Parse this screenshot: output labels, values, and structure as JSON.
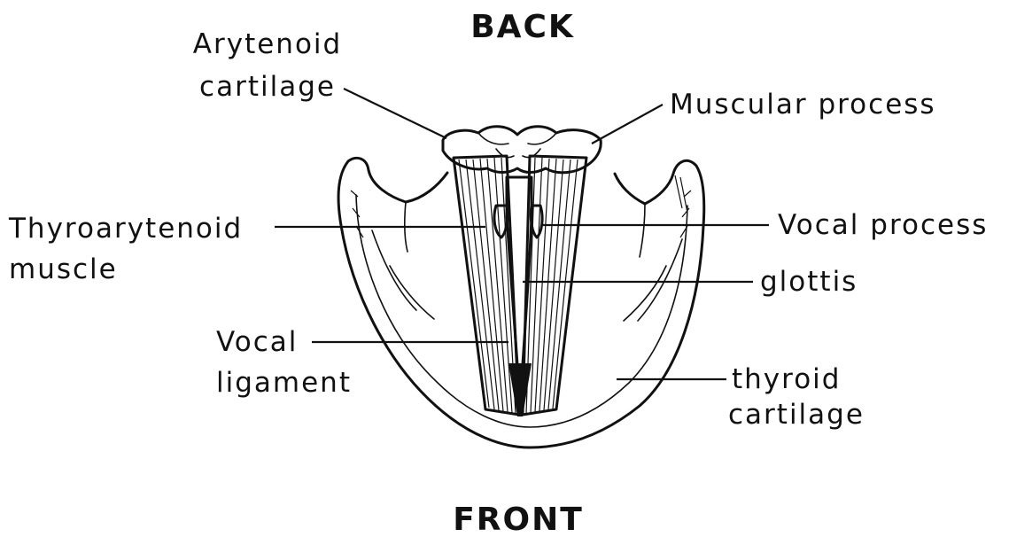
{
  "orientation": {
    "top": "BACK",
    "bottom": "FRONT"
  },
  "labels": {
    "arytenoid_cartilage": [
      "Arytenoid",
      "cartilage"
    ],
    "muscular_process": "Muscular process",
    "thyroarytenoid_muscle": [
      "Thyroarytenoid",
      "muscle"
    ],
    "vocal_process": "Vocal process",
    "glottis": "glottis",
    "vocal_ligament": [
      "Vocal",
      "ligament"
    ],
    "thyroid_cartilage": [
      "thyroid",
      "cartilage"
    ]
  }
}
